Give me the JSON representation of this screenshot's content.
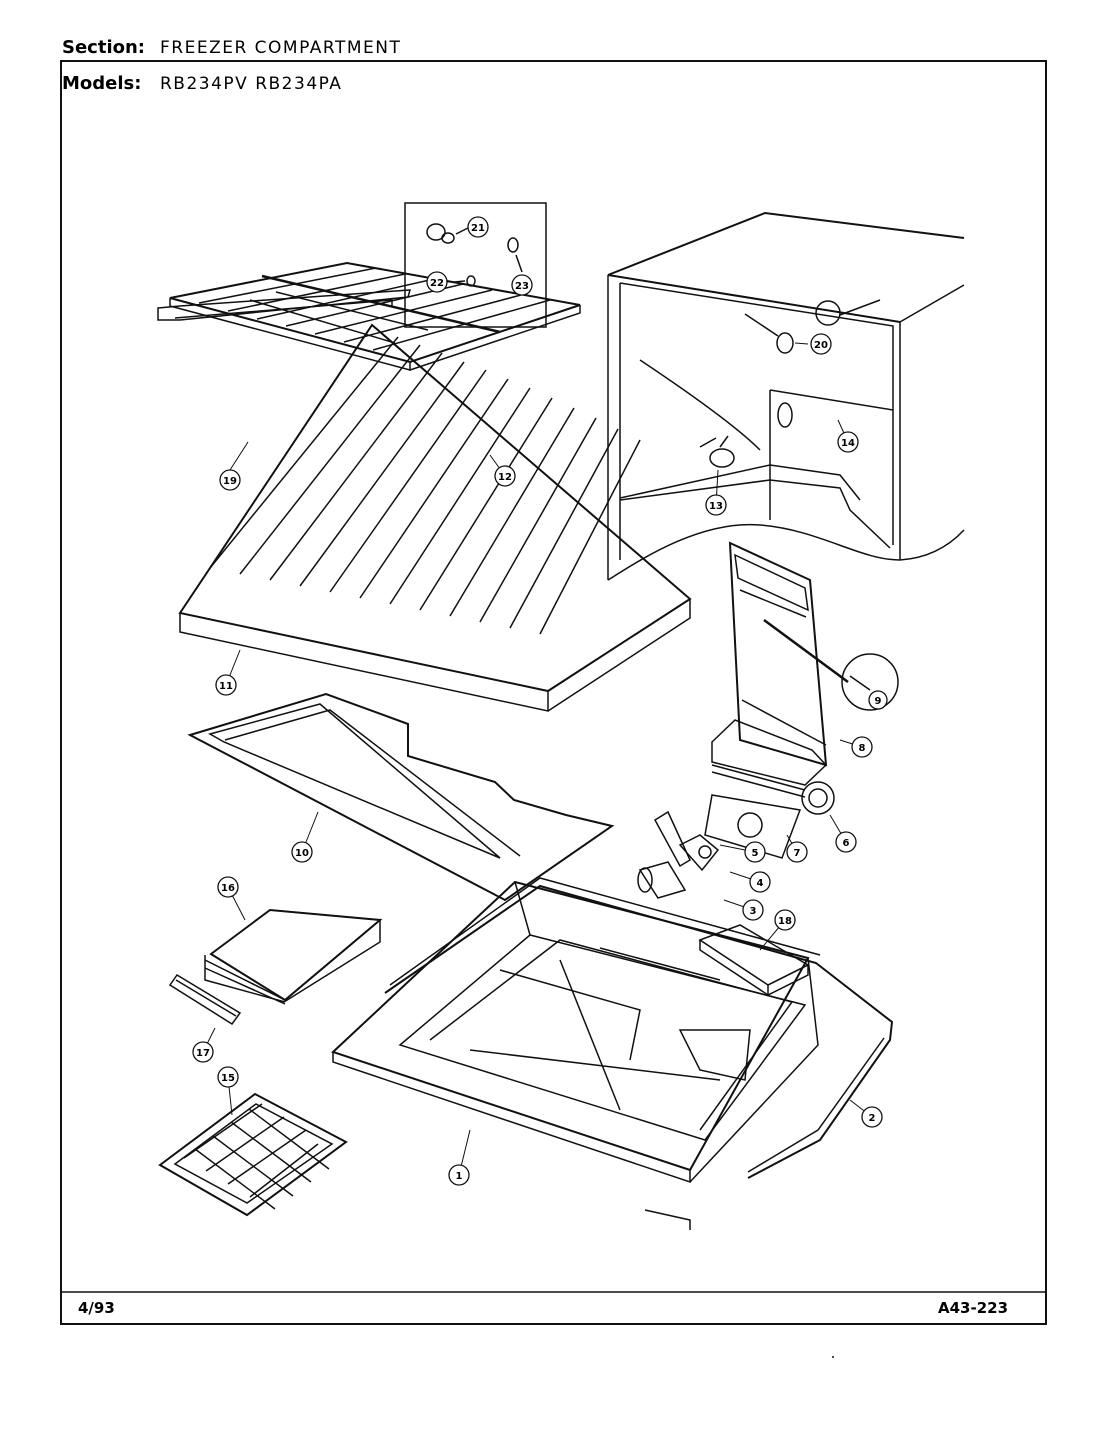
{
  "header": {
    "section_label": "Section:",
    "section_value": "FREEZER COMPARTMENT",
    "models_label": "Models:",
    "models_value": "RB234PV  RB234PA"
  },
  "footer": {
    "date": "4/93",
    "code": "A43-223"
  },
  "callouts": {
    "c1": "1",
    "c2": "2",
    "c3": "3",
    "c4": "4",
    "c5": "5",
    "c6": "6",
    "c7": "7",
    "c8": "8",
    "c9": "9",
    "c10": "10",
    "c11": "11",
    "c12": "12",
    "c13": "13",
    "c14": "14",
    "c15": "15",
    "c16": "16",
    "c17": "17",
    "c18": "18",
    "c19": "19",
    "c20": "20",
    "c21": "21",
    "c22": "22",
    "c23": "23"
  },
  "colors": {
    "ink": "#111111",
    "paper": "#ffffff"
  }
}
